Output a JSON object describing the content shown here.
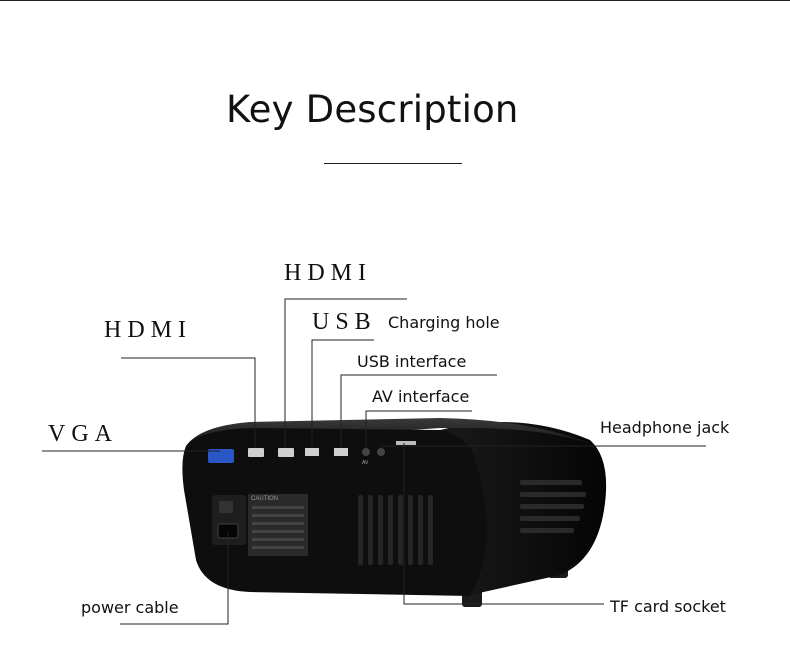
{
  "title": "Key Description",
  "labels": {
    "hdmi_top": "HDMI",
    "hdmi_left": "HDMI",
    "usb": "USB",
    "charging_hole": "Charging hole",
    "usb_interface": "USB interface",
    "av_interface": "AV interface",
    "vga": "VGA",
    "headphone_jack": "Headphone jack",
    "power_cable": "power cable",
    "tf_card_socket": "TF card socket"
  },
  "product": {
    "caution_text": "CAUTION",
    "port_av_text": "AV"
  },
  "colors": {
    "body": "#0d0d0d",
    "vga_port": "#2a56c6",
    "line": "#222222"
  }
}
